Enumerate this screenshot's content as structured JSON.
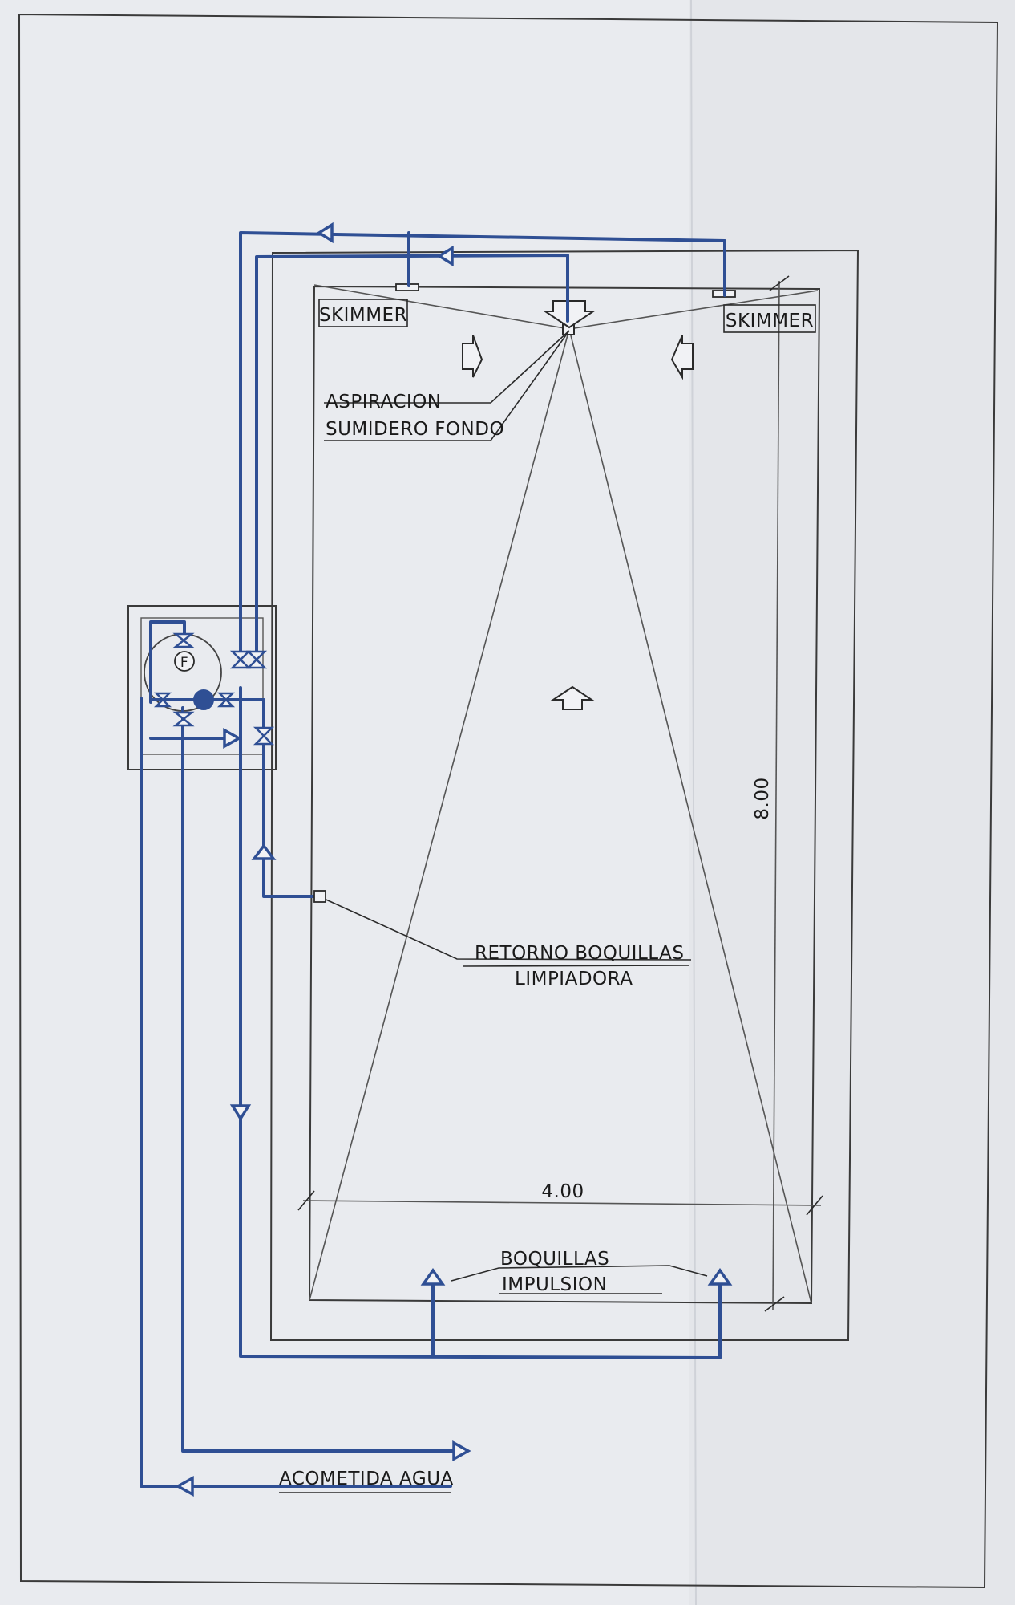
{
  "labels": {
    "skimmer_left": "SKIMMER",
    "skimmer_right": "SKIMMER",
    "aspiracion_line1": "ASPIRACION",
    "aspiracion_line2": "SUMIDERO FONDO",
    "retorno_line1": "RETORNO BOQUILLAS",
    "retorno_line2": "LIMPIADORA",
    "boquillas_line1": "BOQUILLAS",
    "boquillas_line2": "IMPULSION",
    "acometida": "ACOMETIDA AGUA",
    "filter_symbol": "F"
  },
  "dimensions": {
    "width_label": "4.00",
    "length_label": "8.00"
  },
  "colors": {
    "pipe": "#2f4f94",
    "line": "#3a3a3a",
    "paper": "#eceef2"
  }
}
